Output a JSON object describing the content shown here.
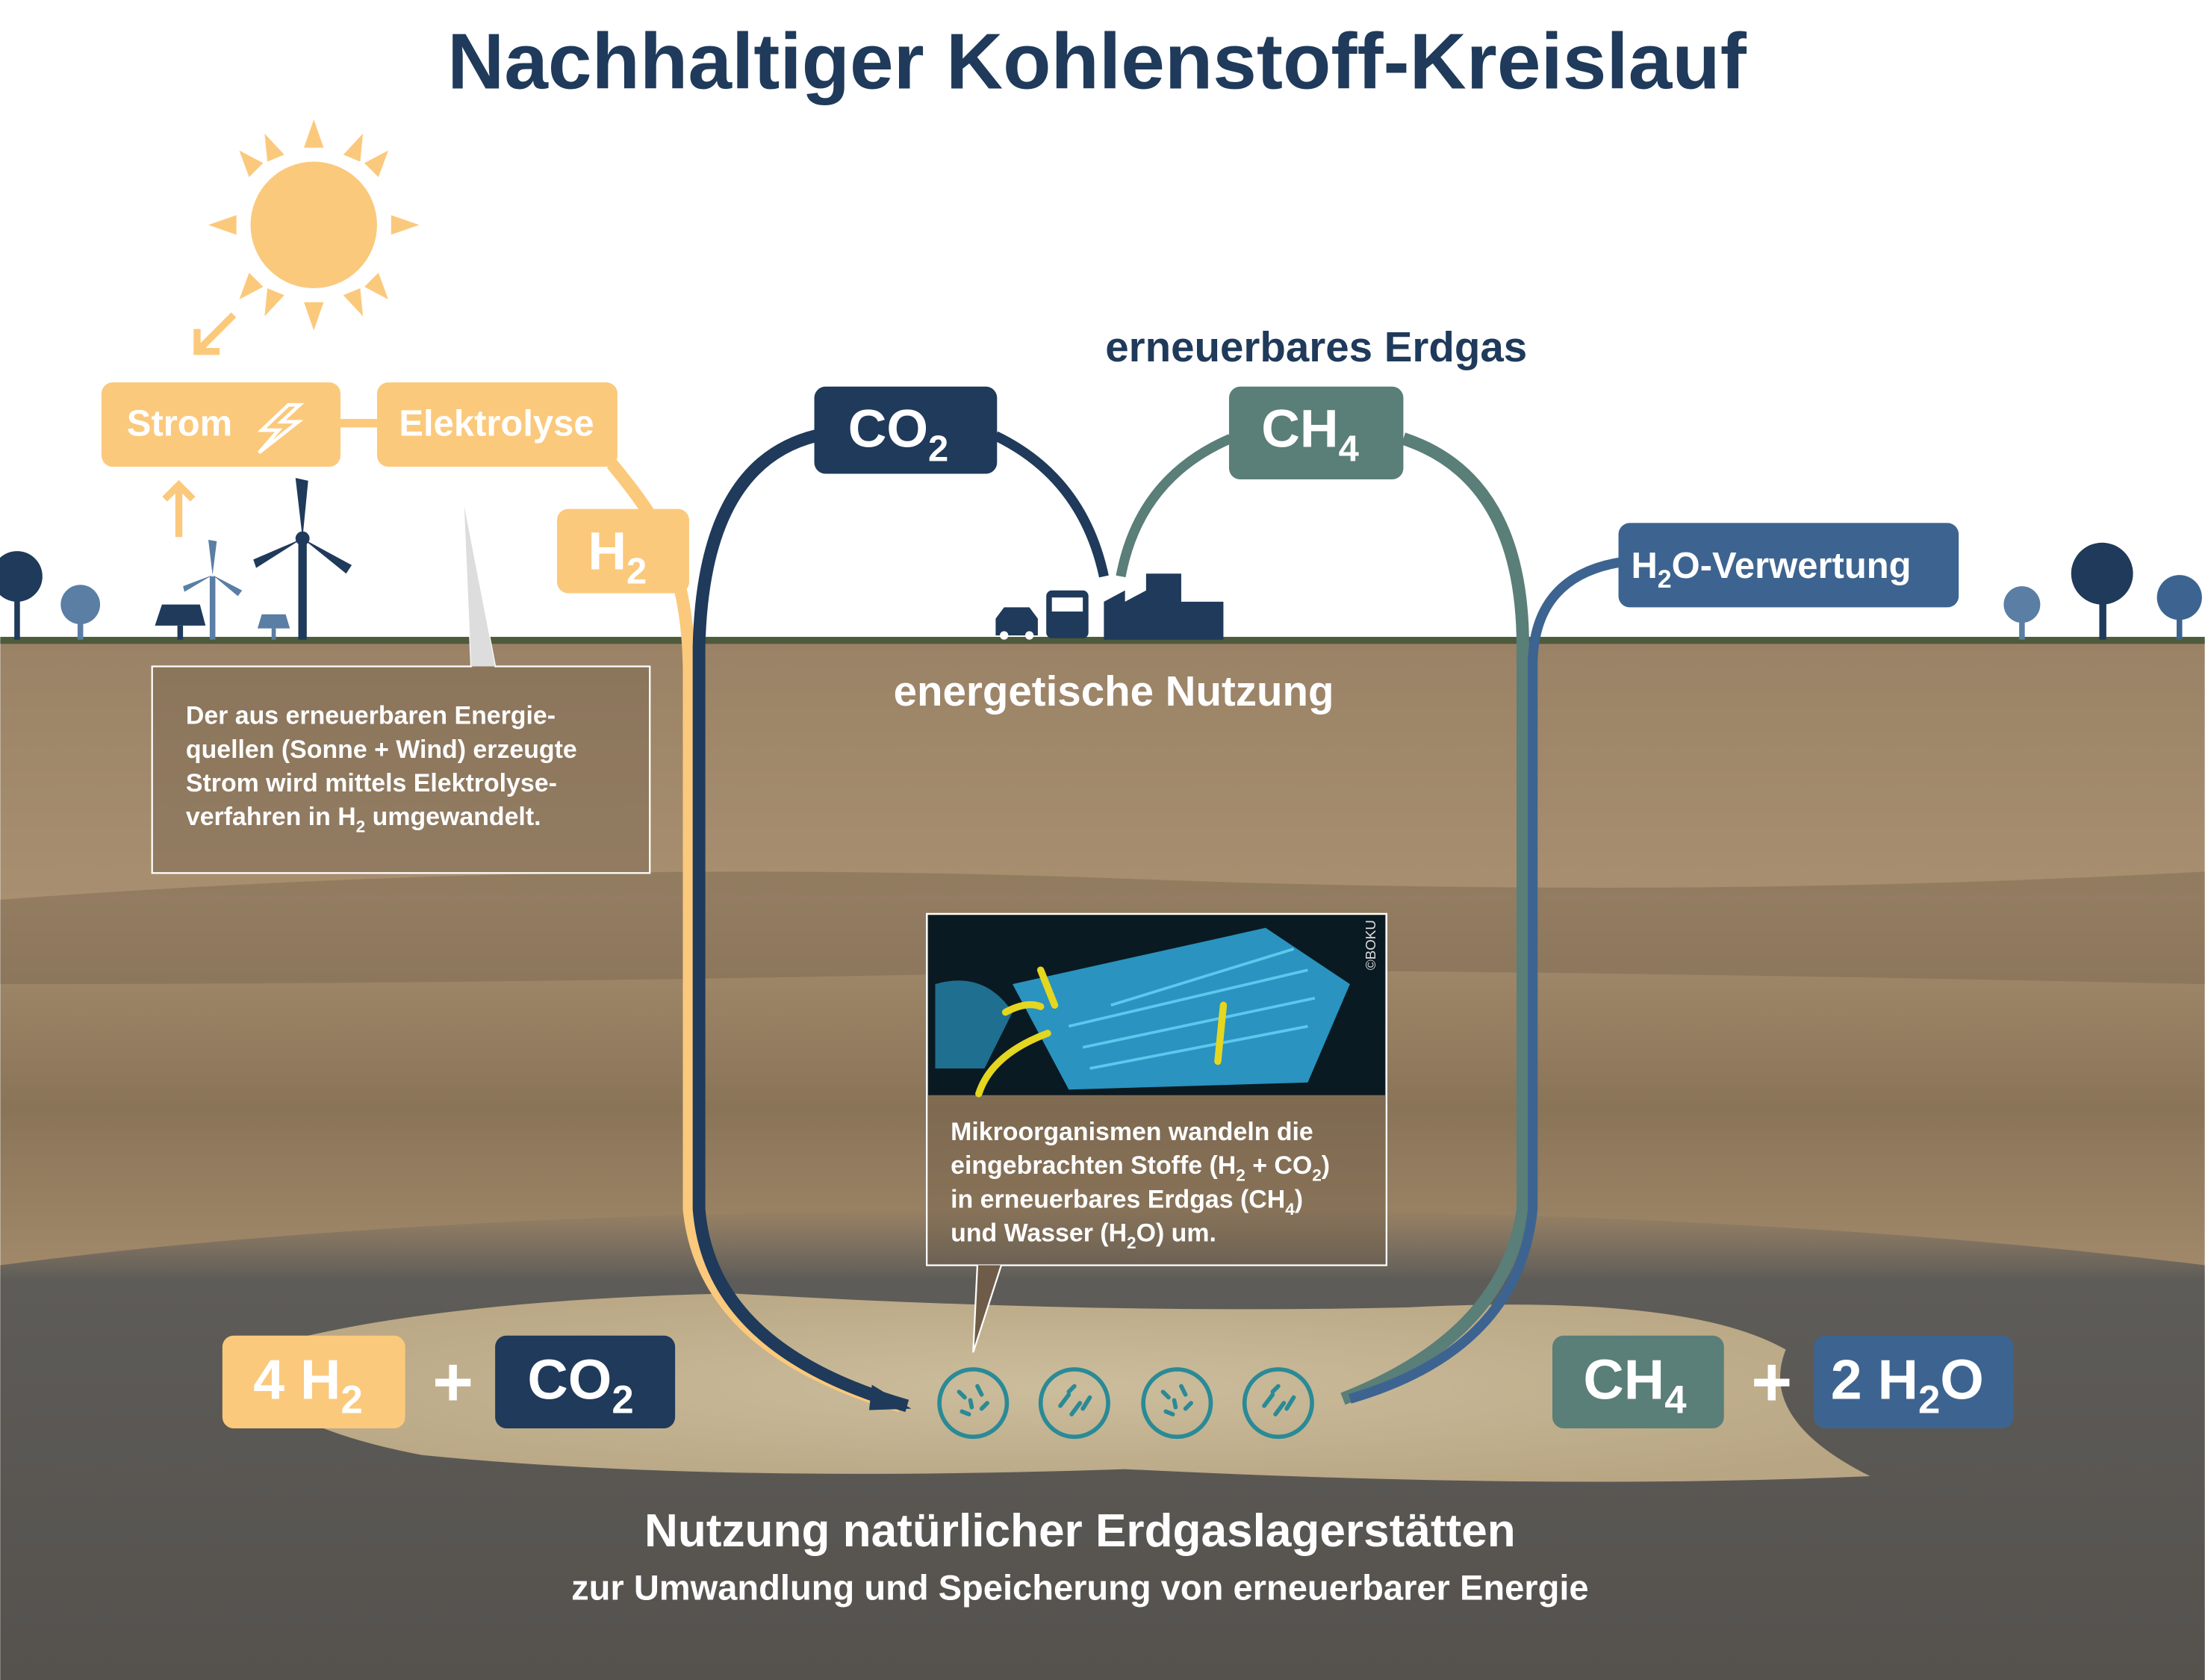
{
  "title": "Nachhaltiger Kohlenstoff-Kreislauf",
  "labels": {
    "strom": "Strom",
    "elektrolyse": "Elektrolyse",
    "h2": {
      "base": "H",
      "sub": "2"
    },
    "co2": {
      "base": "CO",
      "sub": "2"
    },
    "ch4": {
      "base": "CH",
      "sub": "4"
    },
    "erneuerbares_erdgas": "erneuerbares Erdgas",
    "h2o_verwertung": {
      "a": "H",
      "sub": "2",
      "b": "O-Verwertung"
    },
    "energetische_nutzung": "energetische Nutzung"
  },
  "info_box_1": {
    "lines": [
      "Der aus erneuerbaren Energie-",
      "quellen (Sonne + Wind) erzeugte",
      "Strom wird mittels Elektrolyse-",
      "verfahren in "
    ],
    "h2": "H",
    "h2_sub": "2",
    "tail": " umgewandelt."
  },
  "info_box_2": {
    "credit": "©BOKU",
    "line1": "Mikroorganismen wandeln die",
    "line2a": "eingebrachten Stoffe (H",
    "line2b": " + CO",
    "line2c": ")",
    "line3a": "in erneuerbares Erdgas (CH",
    "line3b": ")",
    "line4a": "und Wasser (H",
    "line4b": "O) um.",
    "sub2": "2",
    "sub4": "4"
  },
  "equation": {
    "left1": {
      "base": "4 H",
      "sub": "2"
    },
    "plus": "+",
    "left2": {
      "base": "CO",
      "sub": "2"
    },
    "right1": {
      "base": "CH",
      "sub": "4"
    },
    "right2": {
      "a": "2 H",
      "sub": "2",
      "b": "O"
    }
  },
  "footer": {
    "title": "Nutzung natürlicher Erdgaslagerstätten",
    "subtitle": "zur Umwandlung und Speicherung von erneuerbarer Energie"
  },
  "colors": {
    "navy": "#1f3a5a",
    "yellow": "#fbc97c",
    "teal": "#5a7e78",
    "blue": "#3d6490",
    "microbe": "#2a8a96"
  }
}
